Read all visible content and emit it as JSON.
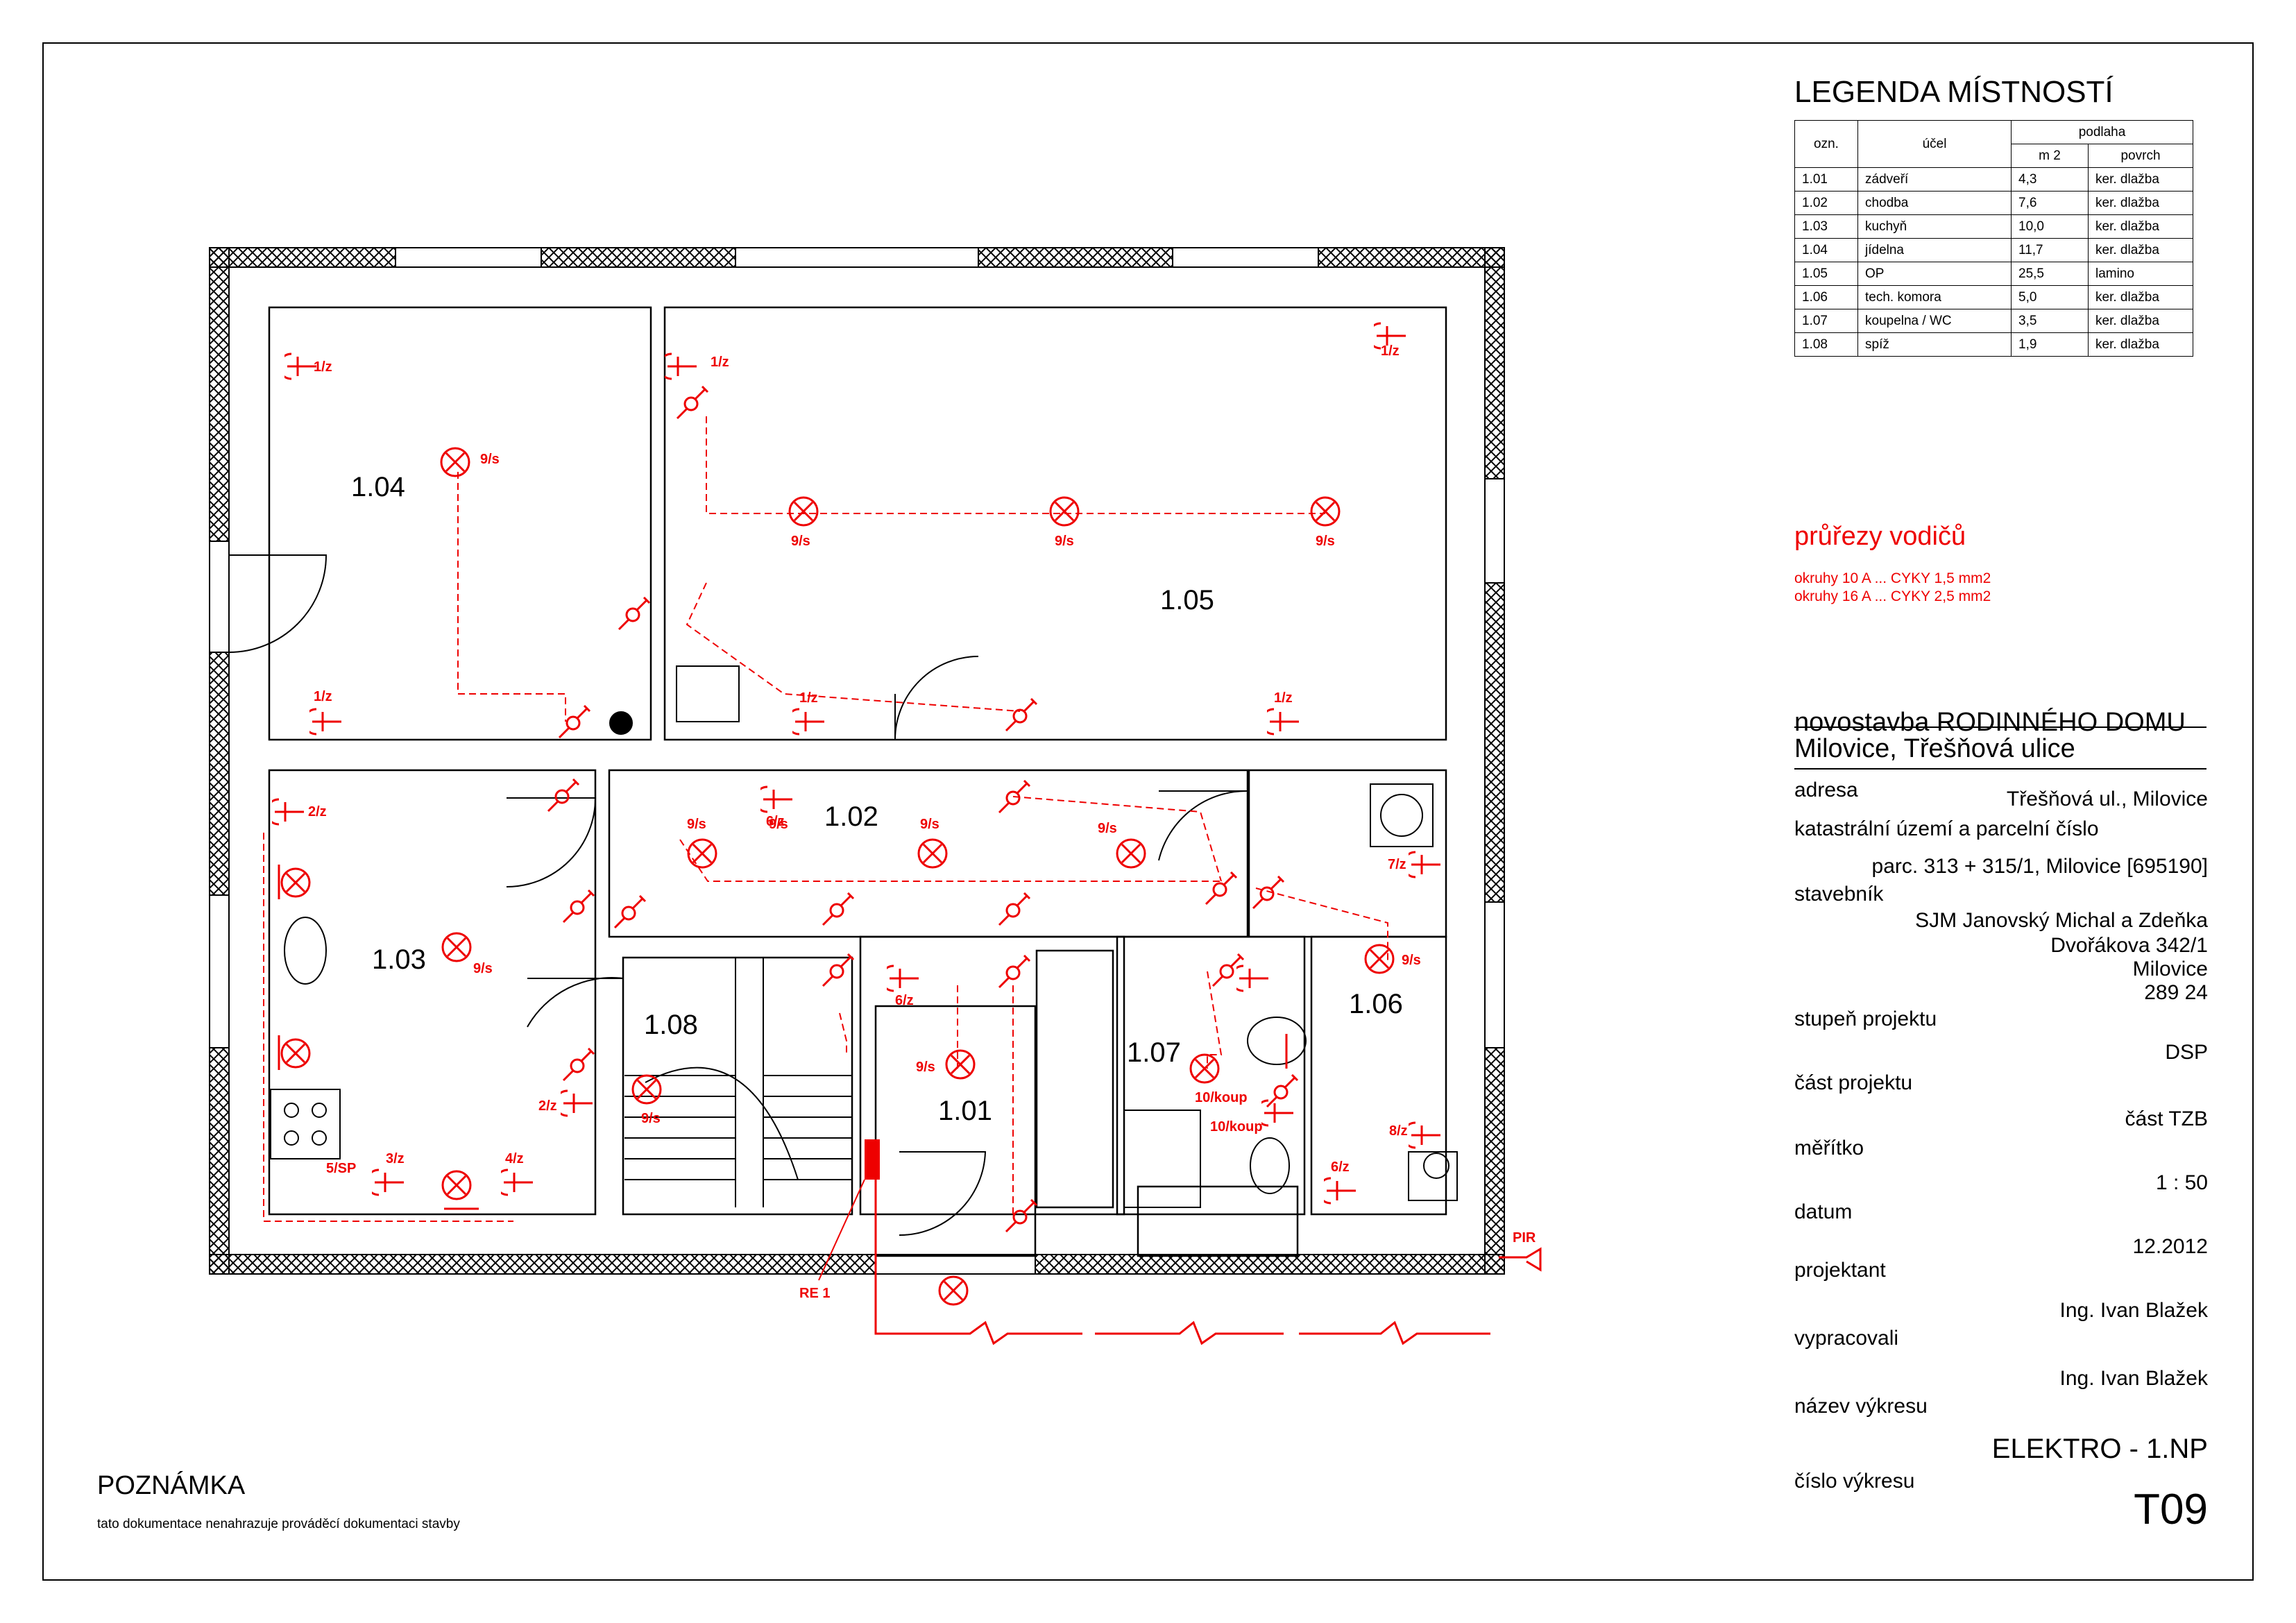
{
  "legend": {
    "title": "LEGENDA MÍSTNOSTÍ",
    "headers": {
      "id": "ozn.",
      "purpose": "účel",
      "floor": "podlaha",
      "area": "m 2",
      "surface": "povrch"
    },
    "rows": [
      {
        "id": "1.01",
        "purpose": "zádveří",
        "area": "4,3",
        "surface": "ker. dlažba"
      },
      {
        "id": "1.02",
        "purpose": "chodba",
        "area": "7,6",
        "surface": "ker. dlažba"
      },
      {
        "id": "1.03",
        "purpose": "kuchyň",
        "area": "10,0",
        "surface": "ker. dlažba"
      },
      {
        "id": "1.04",
        "purpose": "jídelna",
        "area": "11,7",
        "surface": "ker. dlažba"
      },
      {
        "id": "1.05",
        "purpose": "OP",
        "area": "25,5",
        "surface": "lamino"
      },
      {
        "id": "1.06",
        "purpose": "tech. komora",
        "area": "5,0",
        "surface": "ker. dlažba"
      },
      {
        "id": "1.07",
        "purpose": "koupelna / WC",
        "area": "3,5",
        "surface": "ker. dlažba"
      },
      {
        "id": "1.08",
        "purpose": "spíž",
        "area": "1,9",
        "surface": "ker. dlažba"
      }
    ]
  },
  "sections": {
    "title": "průřezy vodičů",
    "line1": "okruhy 10 A ... CYKY 1,5 mm2",
    "line2": "okruhy 16 A ... CYKY 2,5 mm2"
  },
  "project": {
    "title_line1": "novostavba RODINNÉHO DOMU",
    "title_line2": "Milovice,  Třešňová ulice"
  },
  "titleblock": {
    "address_label": "adresa",
    "address_value": "Třešňová ul., Milovice",
    "cadastre_label": "katastrální území a parcelní číslo",
    "cadastre_value": "parc. 313 + 315/1, Milovice  [695190]",
    "builder_label": "stavebník",
    "builder_line1": "SJM Janovský Michal a Zdeňka",
    "builder_line2": "Dvořákova 342/1",
    "builder_line3": "Milovice",
    "builder_line4": "289 24",
    "stage_label": "stupeň projektu",
    "stage_value": "DSP",
    "part_label": "část projektu",
    "part_value": "část TZB",
    "scale_label": "měřítko",
    "scale_value": "1 : 50",
    "date_label": "datum",
    "date_value": "12.2012",
    "designer_label": "projektant",
    "designer_value": "Ing. Ivan Blažek",
    "prepared_label": "vypracovali",
    "prepared_value": "Ing. Ivan Blažek",
    "drawing_name_label": "název výkresu",
    "drawing_name_value": "ELEKTRO - 1.NP",
    "drawing_no_label": "číslo výkresu",
    "drawing_no_value": "T09"
  },
  "note": {
    "title": "POZNÁMKA",
    "text": "tato dokumentace nenahrazuje prováděcí dokumentaci stavby"
  },
  "plan": {
    "rooms": [
      {
        "id": "1.04"
      },
      {
        "id": "1.05"
      },
      {
        "id": "1.02"
      },
      {
        "id": "1.03"
      },
      {
        "id": "1.08"
      },
      {
        "id": "1.01"
      },
      {
        "id": "1.07"
      },
      {
        "id": "1.06"
      }
    ],
    "labels": {
      "l_1z_a": "1/z",
      "l_1z_b": "1/z",
      "l_1z_c": "1/z",
      "l_1z_d": "1/z",
      "l_1z_e": "1/z",
      "l_1z_f": "1/z",
      "l_9s_a": "9/s",
      "l_9s_b": "9/s",
      "l_9s_c": "9/s",
      "l_9s_d": "9/s",
      "l_9s_e": "9/s",
      "l_9s_f": "9/s",
      "l_9s_g": "9/s",
      "l_9s_h": "9/s",
      "l_9s_i": "9/s",
      "l_9s_j": "9/s",
      "l_9s_k": "9/s",
      "l_9s_l": "9/s",
      "l_2z_a": "2/z",
      "l_2z_b": "2/z",
      "l_3z": "3/z",
      "l_4z": "4/z",
      "l_5sp": "5/SP",
      "l_6z_a": "6/z",
      "l_6z_b": "6/z",
      "l_6z_c": "6/z",
      "l_7z": "7/z",
      "l_8z": "8/z",
      "l_10k_a": "10/koup",
      "l_10k_b": "10/koup",
      "re1": "RE 1",
      "pir": "PIR"
    },
    "colors": {
      "wiring": "#e00000",
      "walls": "#000000"
    }
  }
}
